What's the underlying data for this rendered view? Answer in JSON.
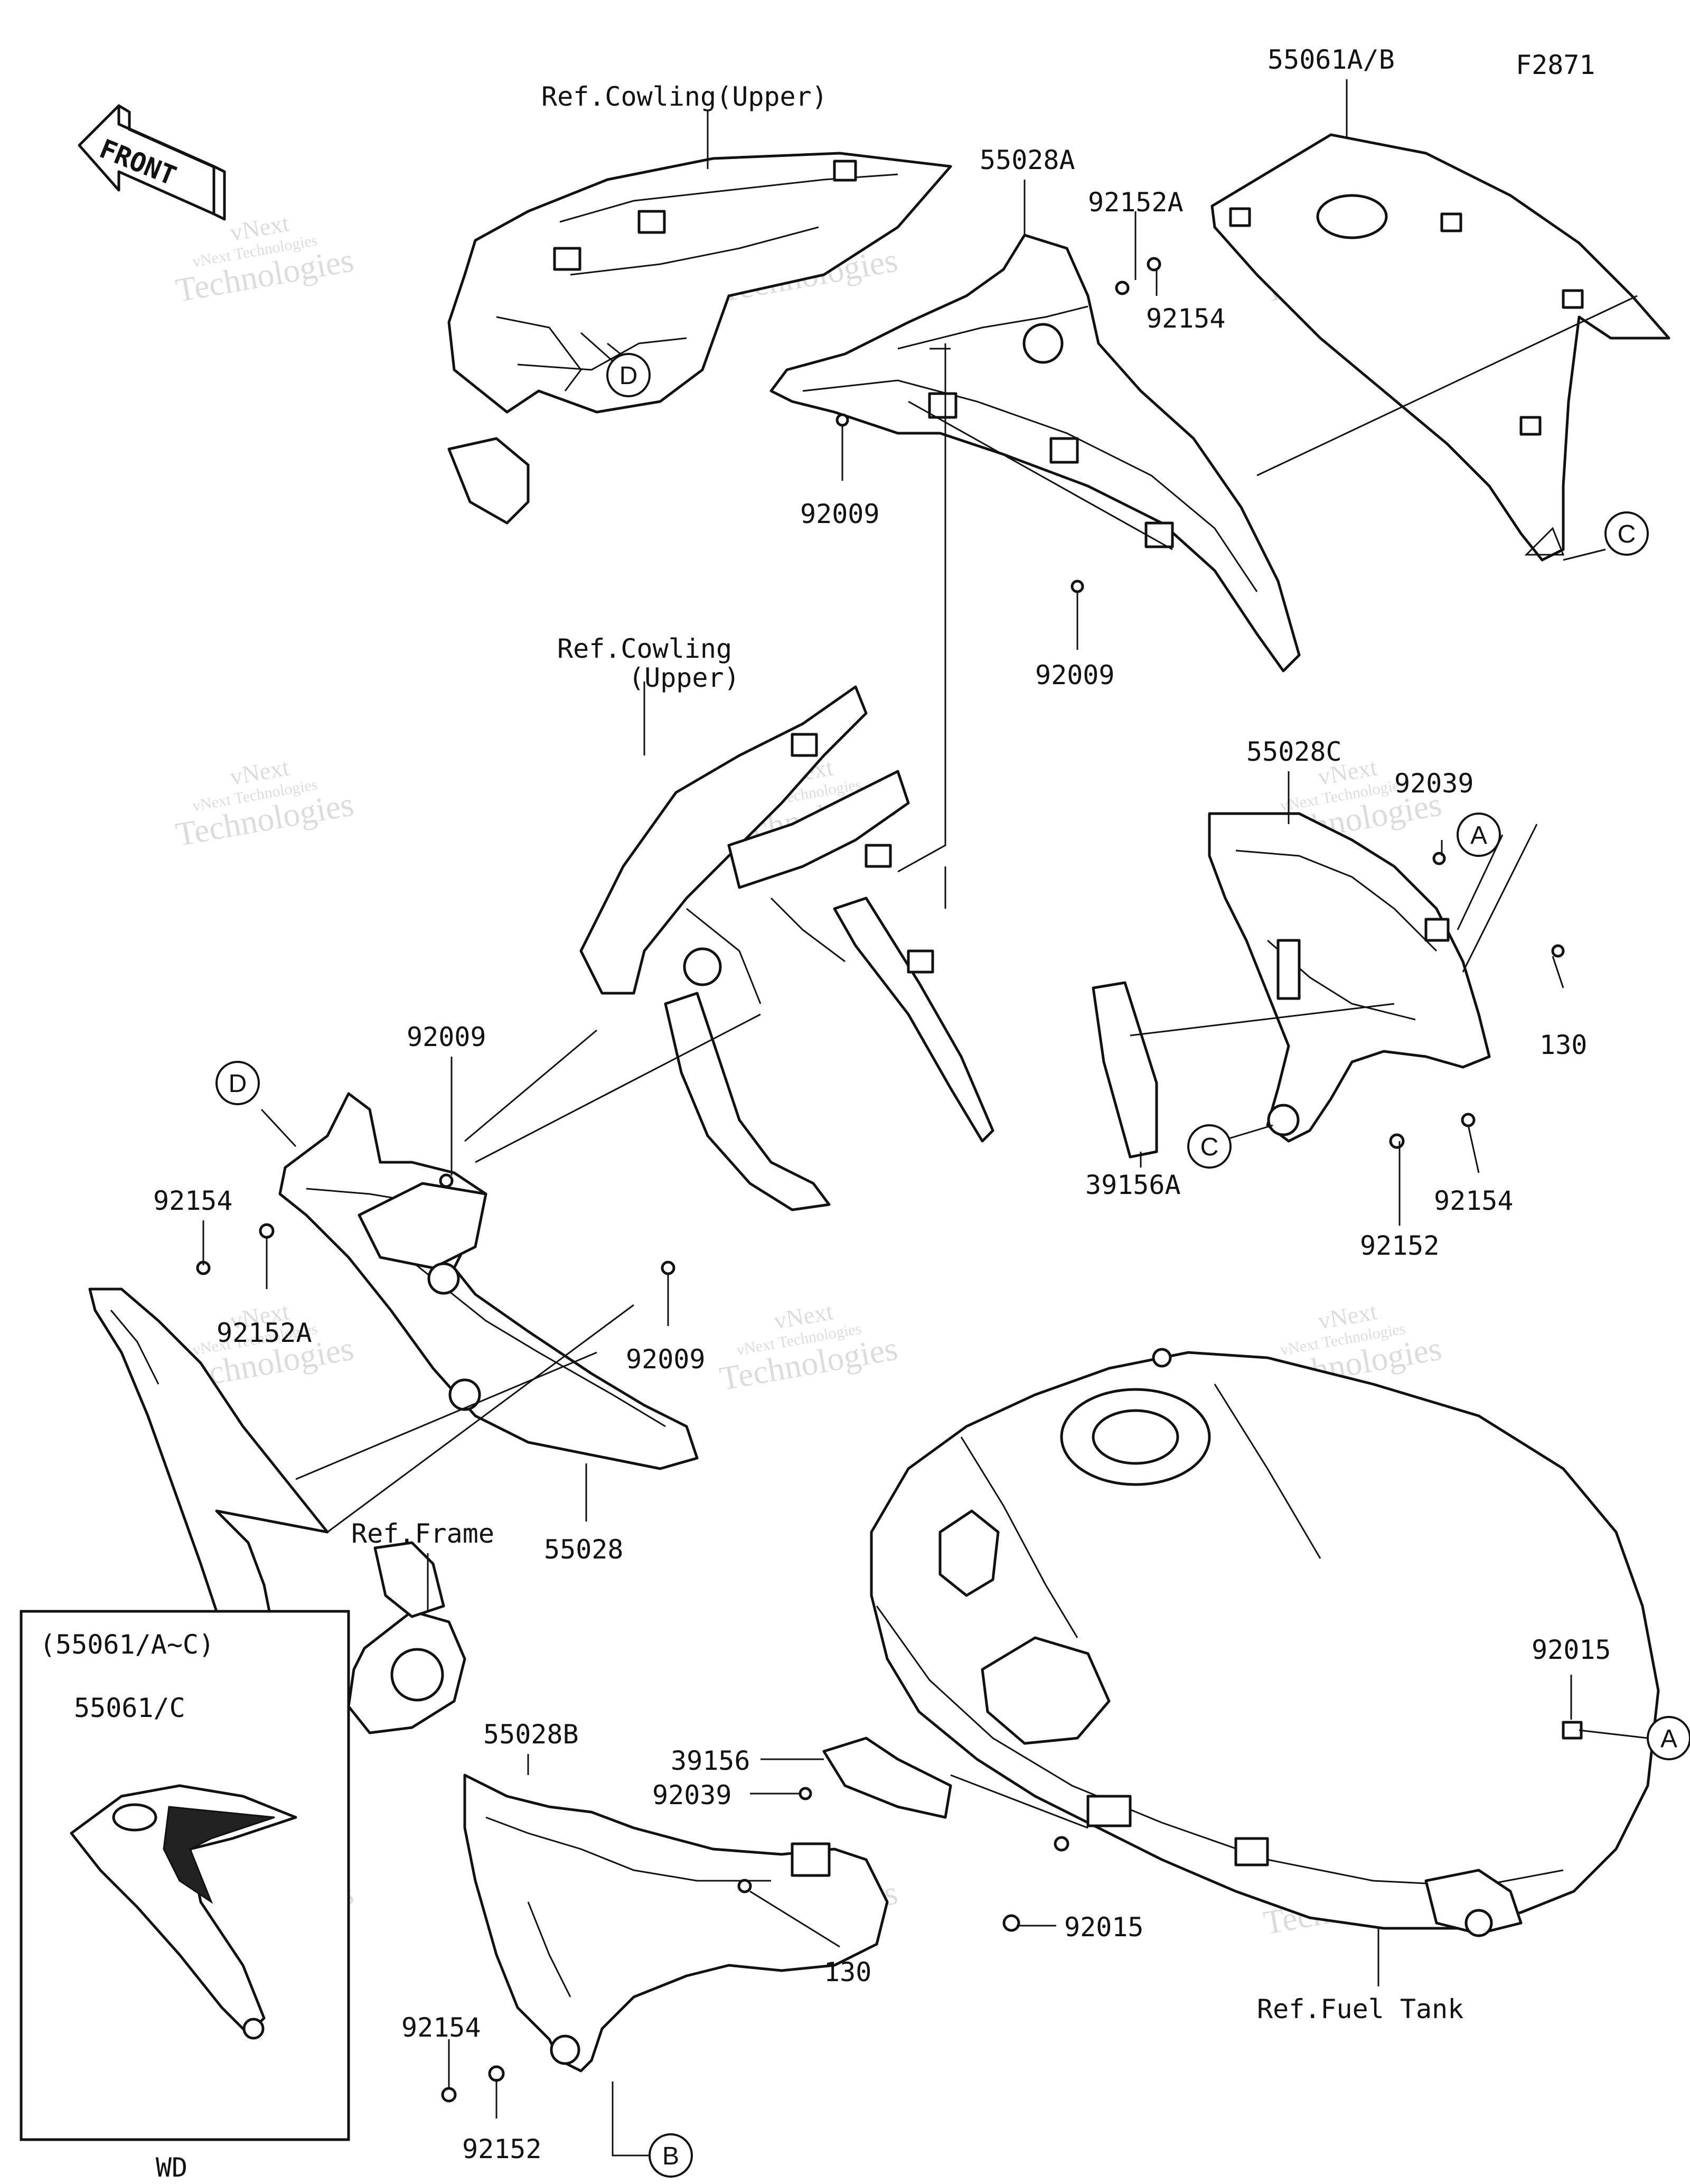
{
  "figure_code": "F2871",
  "front_label": "FRONT",
  "variant_label": "WD",
  "inset_label": "(55061/A~C)",
  "watermark": {
    "line1": "vNext",
    "line2": "vNext Technologies",
    "line3": "Technologies"
  },
  "callouts": {
    "A": "A",
    "B": "B",
    "C": "C",
    "D": "D"
  },
  "labels": {
    "ref_cowling_upper_top": "Ref.Cowling(Upper)",
    "ref_cowling_mid_1": "Ref.Cowling",
    "ref_cowling_mid_2": "(Upper)",
    "ref_frame": "Ref.Frame",
    "ref_fuel_tank": "Ref.Fuel Tank",
    "p55061ab": "55061A/B",
    "p55028a": "55028A",
    "p92152a_top": "92152A",
    "p92154_top": "92154",
    "p92009_a": "92009",
    "p92009_b": "92009",
    "p55028c": "55028C",
    "p92039_r": "92039",
    "p130_r": "130",
    "p39156a": "39156A",
    "p92152_r": "92152",
    "p92154_r": "92154",
    "p92009_c": "92009",
    "p92154_l": "92154",
    "p92152a_l": "92152A",
    "p92009_d": "92009",
    "p55028": "55028",
    "p55061c": "55061/C",
    "p55028b": "55028B",
    "p39156": "39156",
    "p92039_b": "92039",
    "p130_b": "130",
    "p92015_b": "92015",
    "p92015_r": "92015",
    "p92154_b": "92154",
    "p92152_b": "92152"
  }
}
